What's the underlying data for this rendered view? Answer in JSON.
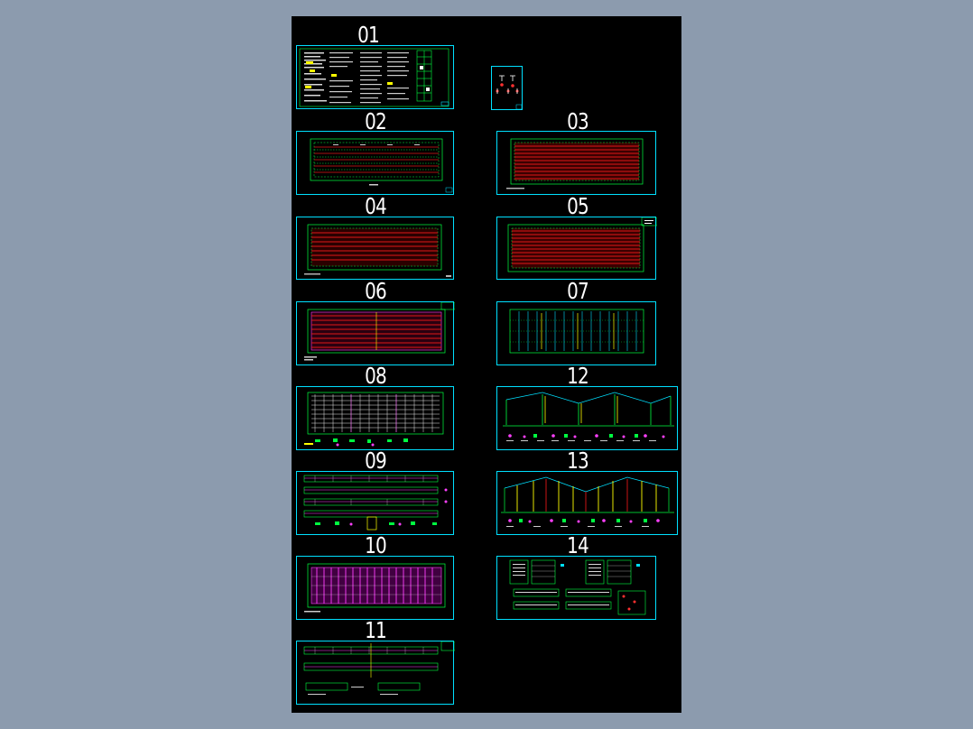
{
  "sheets": [
    {
      "id": "01",
      "label": "01",
      "type": "notes"
    },
    {
      "id": "02",
      "label": "02",
      "type": "plan-red"
    },
    {
      "id": "03",
      "label": "03",
      "type": "plan-red"
    },
    {
      "id": "04",
      "label": "04",
      "type": "plan-red"
    },
    {
      "id": "05",
      "label": "05",
      "type": "plan-red"
    },
    {
      "id": "06",
      "label": "06",
      "type": "plan-red"
    },
    {
      "id": "07",
      "label": "07",
      "type": "plan-cyan"
    },
    {
      "id": "08",
      "label": "08",
      "type": "plan-white"
    },
    {
      "id": "09",
      "label": "09",
      "type": "purlin"
    },
    {
      "id": "10",
      "label": "10",
      "type": "plan-magenta"
    },
    {
      "id": "11",
      "label": "11",
      "type": "purlin"
    },
    {
      "id": "12",
      "label": "12",
      "type": "frame"
    },
    {
      "id": "13",
      "label": "13",
      "type": "frame"
    },
    {
      "id": "14",
      "label": "14",
      "type": "details"
    }
  ],
  "colors": {
    "background": "#8c9bae",
    "sheet": "#000000",
    "frame": "#00e0ff",
    "grid": "#00ff40",
    "red": "#e01818",
    "magenta": "#ff40ff",
    "yellow": "#ffff00",
    "white": "#ffffff"
  }
}
